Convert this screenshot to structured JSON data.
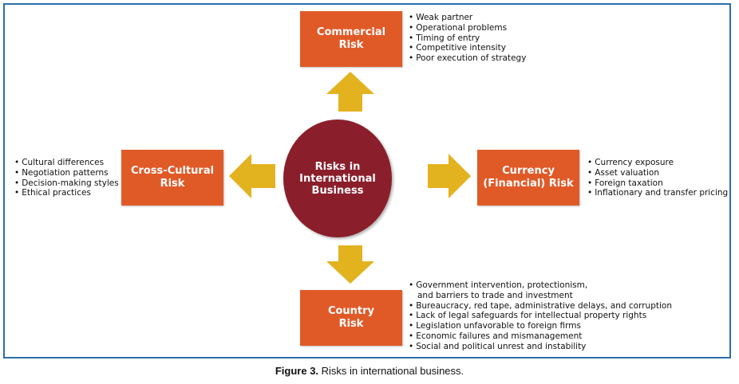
{
  "center": {
    "lines": [
      "Risks in",
      "International",
      "Business"
    ]
  },
  "nodes": {
    "commercial": {
      "title_lines": [
        "Commercial",
        "Risk"
      ],
      "bullets": [
        "Weak partner",
        "Operational problems",
        "Timing of entry",
        "Competitive intensity",
        "Poor execution of strategy"
      ]
    },
    "cross_cultural": {
      "title_lines": [
        "Cross-Cultural",
        "Risk"
      ],
      "bullets": [
        "Cultural differences",
        "Negotiation patterns",
        "Decision-making styles",
        "Ethical practices"
      ]
    },
    "currency": {
      "title_lines": [
        "Currency",
        "(Financial) Risk"
      ],
      "bullets": [
        "Currency exposure",
        "Asset valuation",
        "Foreign taxation",
        "Inflationary and transfer pricing"
      ]
    },
    "country": {
      "title_lines": [
        "Country",
        "Risk"
      ],
      "bullets": [
        "Government intervention, protectionism,",
        "and barriers to trade and investment",
        "Bureaucracy, red tape, administrative delays, and corruption",
        "Lack of legal safeguards for intellectual property rights",
        "Legislation unfavorable to foreign firms",
        "Economic failures and mismanagement",
        "Social and political unrest and instability"
      ]
    }
  },
  "caption": {
    "label": "Figure 3.",
    "text": " Risks in international business."
  },
  "colors": {
    "box": "#e05a28",
    "circle": "#8b1e2b",
    "arrow": "#e3b21f",
    "frame": "#2a6fa8"
  }
}
